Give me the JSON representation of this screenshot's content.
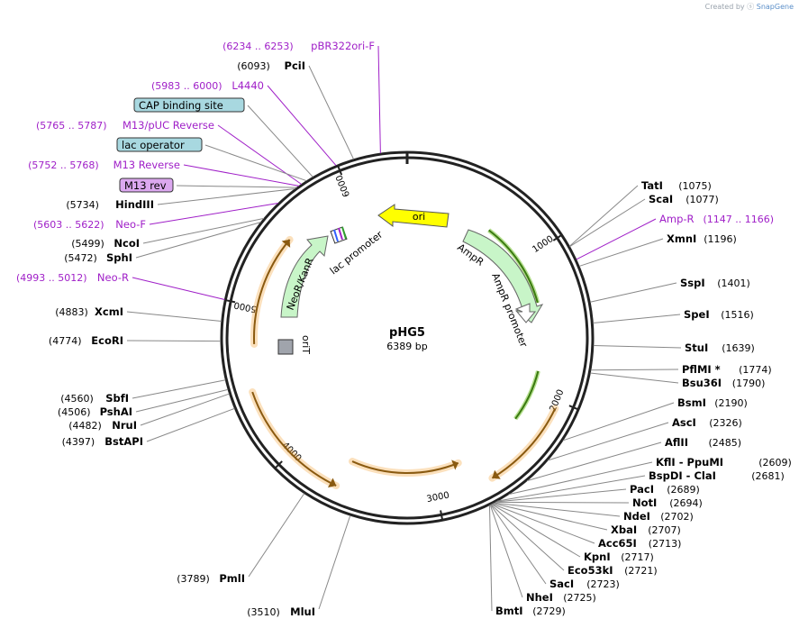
{
  "credit": {
    "prefix": "Created by",
    "brand": "SnapGene"
  },
  "plasmid": {
    "name": "pHG5",
    "length_label": "6389 bp",
    "length": 6389
  },
  "ticks": [
    {
      "label": "1000",
      "pos": 1000
    },
    {
      "label": "2000",
      "pos": 2000
    },
    {
      "label": "3000",
      "pos": 3000
    },
    {
      "label": "4000",
      "pos": 4000
    },
    {
      "label": "5000",
      "pos": 5000
    },
    {
      "label": "6000",
      "pos": 6000
    }
  ],
  "inner_features": [
    {
      "name": "ori",
      "label": "ori",
      "type": "ori"
    },
    {
      "name": "ampr",
      "label": "AmpR",
      "type": "cds"
    },
    {
      "name": "ampr-promoter",
      "label": "AmpR promoter",
      "type": "promoter"
    },
    {
      "name": "neor-kanr",
      "label": "NeoR/KanR",
      "type": "cds"
    },
    {
      "name": "lac-promoter",
      "label": "lac promoter",
      "type": "promoter"
    },
    {
      "name": "orit",
      "label": "oriT",
      "type": "orit"
    }
  ],
  "right_labels": [
    {
      "name": "TatI",
      "pos": "(1075)",
      "type": "enzyme"
    },
    {
      "name": "ScaI",
      "pos": "(1077)",
      "type": "enzyme"
    },
    {
      "name": "Amp-R",
      "pos": "(1147 .. 1166)",
      "type": "primer"
    },
    {
      "name": "XmnI",
      "pos": "(1196)",
      "type": "enzyme"
    },
    {
      "name": "SspI",
      "pos": "(1401)",
      "type": "enzyme"
    },
    {
      "name": "SpeI",
      "pos": "(1516)",
      "type": "enzyme"
    },
    {
      "name": "StuI",
      "pos": "(1639)",
      "type": "enzyme"
    },
    {
      "name": "PflMI *",
      "pos": "(1774)",
      "type": "enzyme"
    },
    {
      "name": "Bsu36I",
      "pos": "(1790)",
      "type": "enzyme"
    },
    {
      "name": "BsmI",
      "pos": "(2190)",
      "type": "enzyme"
    },
    {
      "name": "AscI",
      "pos": "(2326)",
      "type": "enzyme"
    },
    {
      "name": "AflII",
      "pos": "(2485)",
      "type": "enzyme"
    },
    {
      "name": "KflI  -  PpuMI",
      "pos": "(2609)",
      "type": "enzyme"
    },
    {
      "name": "BspDI  -  ClaI",
      "pos": "(2681)",
      "type": "enzyme"
    },
    {
      "name": "PacI",
      "pos": "(2689)",
      "type": "enzyme"
    },
    {
      "name": "NotI",
      "pos": "(2694)",
      "type": "enzyme"
    },
    {
      "name": "NdeI",
      "pos": "(2702)",
      "type": "enzyme"
    },
    {
      "name": "XbaI",
      "pos": "(2707)",
      "type": "enzyme"
    },
    {
      "name": "Acc65I",
      "pos": "(2713)",
      "type": "enzyme"
    },
    {
      "name": "KpnI",
      "pos": "(2717)",
      "type": "enzyme"
    },
    {
      "name": "Eco53kI",
      "pos": "(2721)",
      "type": "enzyme"
    },
    {
      "name": "SacI",
      "pos": "(2723)",
      "type": "enzyme"
    },
    {
      "name": "NheI",
      "pos": "(2725)",
      "type": "enzyme"
    },
    {
      "name": "BmtI",
      "pos": "(2729)",
      "type": "enzyme"
    }
  ],
  "left_labels": [
    {
      "name": "pBR322ori-F",
      "pos": "(6234 .. 6253)",
      "type": "primer"
    },
    {
      "name": "PciI",
      "pos": "(6093)",
      "type": "enzyme"
    },
    {
      "name": "L4440",
      "pos": "(5983 .. 6000)",
      "type": "primer"
    },
    {
      "name": "CAP binding site",
      "pos": "",
      "type": "boxed"
    },
    {
      "name": "M13/pUC Reverse",
      "pos": "(5765 .. 5787)",
      "type": "primer"
    },
    {
      "name": "lac operator",
      "pos": "",
      "type": "boxed"
    },
    {
      "name": "M13 Reverse",
      "pos": "(5752 .. 5768)",
      "type": "primer"
    },
    {
      "name": "M13 rev",
      "pos": "",
      "type": "boxed-purple"
    },
    {
      "name": "HindIII",
      "pos": "(5734)",
      "type": "enzyme"
    },
    {
      "name": "Neo-F",
      "pos": "(5603 .. 5622)",
      "type": "primer"
    },
    {
      "name": "NcoI",
      "pos": "(5499)",
      "type": "enzyme"
    },
    {
      "name": "SphI",
      "pos": "(5472)",
      "type": "enzyme"
    },
    {
      "name": "Neo-R",
      "pos": "(4993 .. 5012)",
      "type": "primer"
    },
    {
      "name": "XcmI",
      "pos": "(4883)",
      "type": "enzyme"
    },
    {
      "name": "EcoRI",
      "pos": "(4774)",
      "type": "enzyme"
    },
    {
      "name": "SbfI",
      "pos": "(4560)",
      "type": "enzyme"
    },
    {
      "name": "PshAI",
      "pos": "(4506)",
      "type": "enzyme"
    },
    {
      "name": "NruI",
      "pos": "(4482)",
      "type": "enzyme"
    },
    {
      "name": "BstAPI",
      "pos": "(4397)",
      "type": "enzyme"
    }
  ],
  "bottom_labels": [
    {
      "name": "PmlI",
      "pos": "(3789)",
      "type": "enzyme"
    },
    {
      "name": "MluI",
      "pos": "(3510)",
      "type": "enzyme"
    }
  ],
  "colors": {
    "primer": "#a020c8",
    "enzyme": "#000000",
    "ori": "#ffff00",
    "ampr": "#c8f5c8",
    "orange_feature": "#f4a640",
    "green_feature": "#6bbf1f",
    "boxed": "#a8d8e0",
    "boxed_purple": "#dca8f0"
  }
}
